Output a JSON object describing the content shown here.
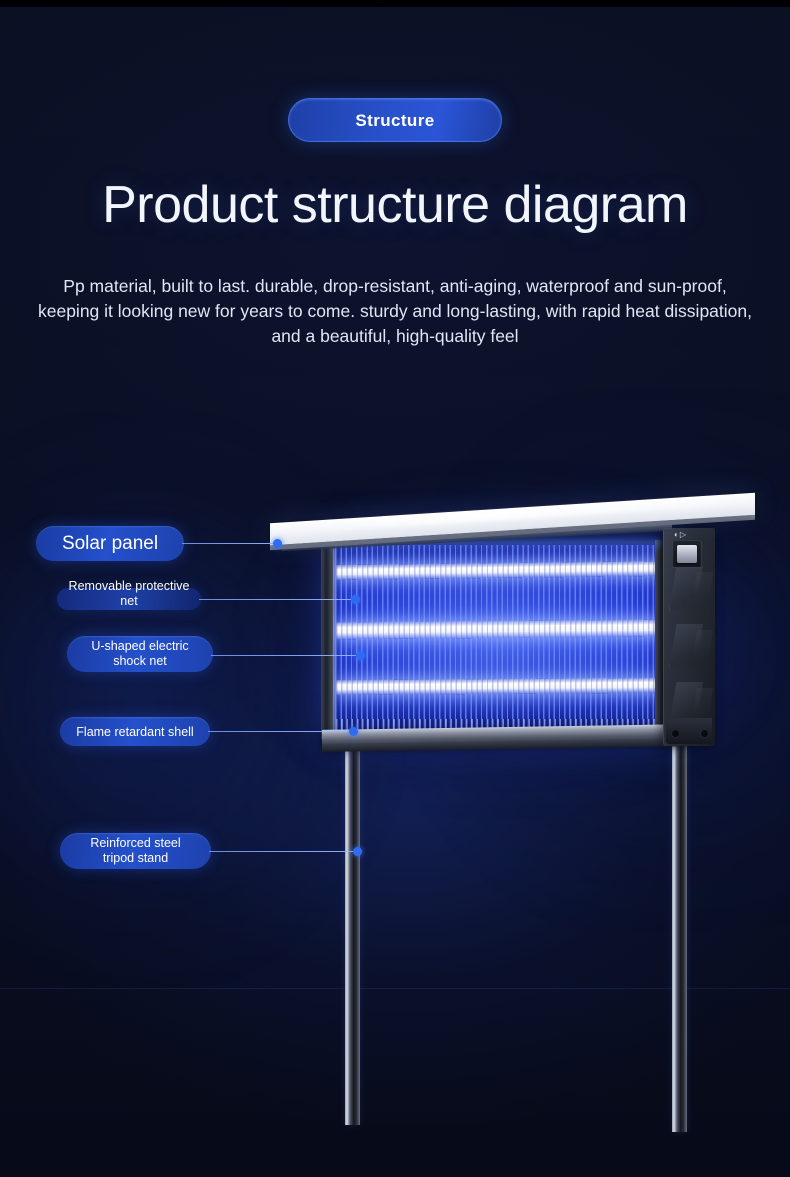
{
  "page": {
    "background_color": "#0a0e1f",
    "accent_color": "#2450cc",
    "accent_light": "#2f6bf0"
  },
  "header": {
    "badge_label": "Structure",
    "title": "Product structure diagram",
    "description": "Pp material, built to last. durable, drop-resistant, anti-aging, waterproof and sun-proof, keeping it looking new for years to come. sturdy and long-lasting, with rapid heat dissipation, and a beautiful, high-quality feel"
  },
  "diagram": {
    "callouts": [
      {
        "id": "solar-panel",
        "label": "Solar panel",
        "line1": "Solar panel",
        "line2": ""
      },
      {
        "id": "removable-protective-net",
        "label": "Removable protective net",
        "line1": "Removable protective",
        "line2": "net"
      },
      {
        "id": "u-shaped-electric-shock-net",
        "label": "U-shaped electric shock net",
        "line1": "U-shaped electric",
        "line2": "shock net"
      },
      {
        "id": "flame-retardant-shell",
        "label": "Flame retardant shell",
        "line1": "Flame retardant shell",
        "line2": ""
      },
      {
        "id": "reinforced-steel-tripod-stand",
        "label": "Reinforced steel tripod stand",
        "line1": "Reinforced steel",
        "line2": "tripod stand"
      }
    ],
    "switch_marks": "◐▷"
  }
}
